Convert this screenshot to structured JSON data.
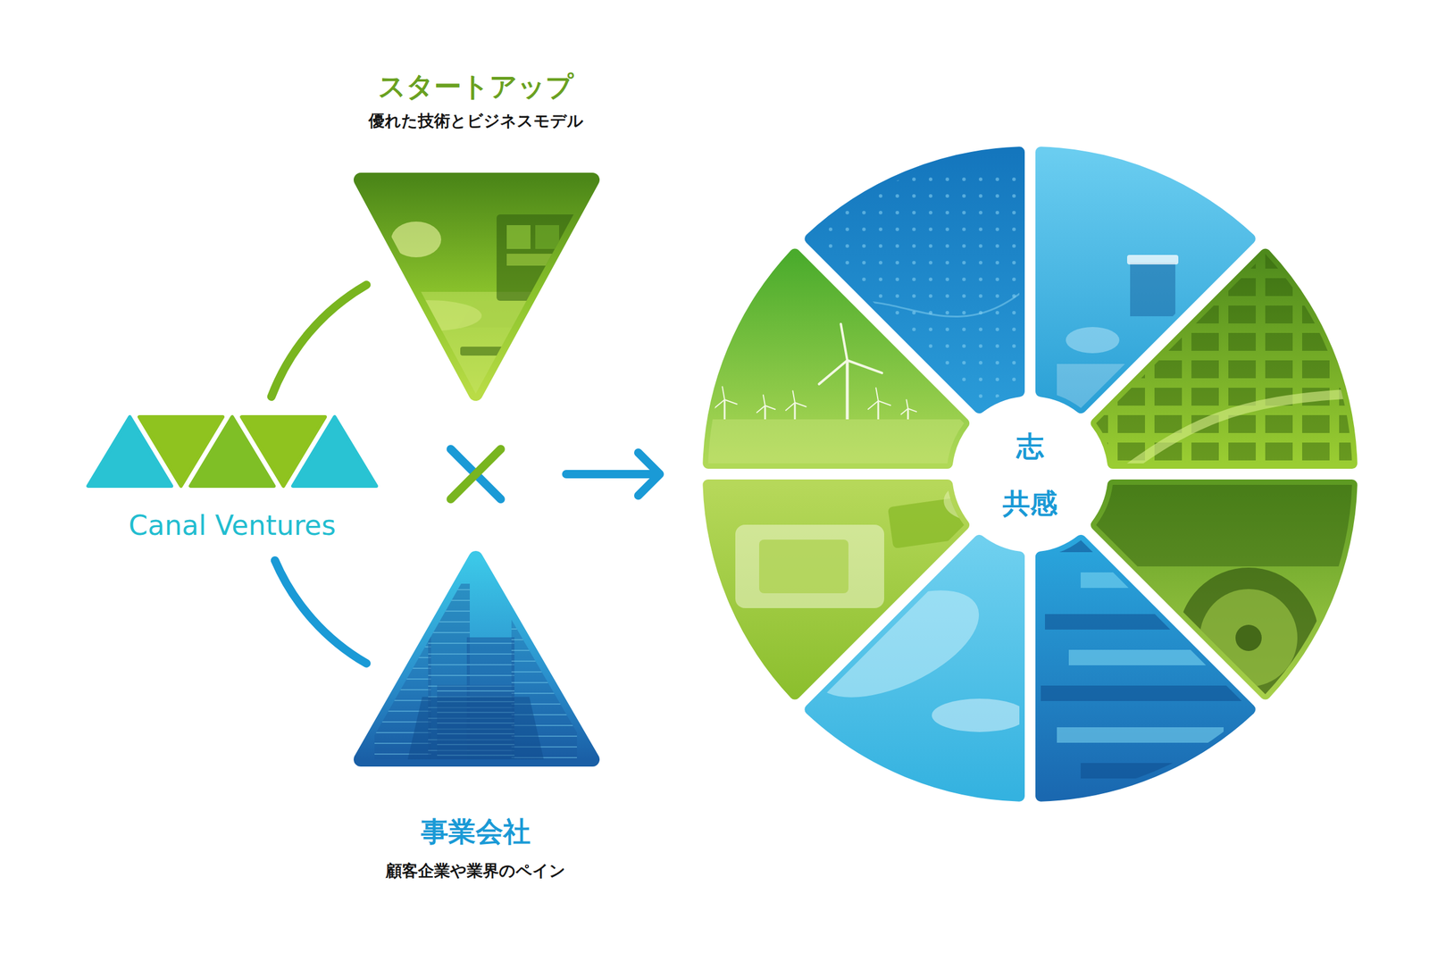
{
  "diagram": {
    "nodes": [
      {
        "text": [
          "Canal Ventures"
        ]
      },
      {
        "text": [
          "スタートアップ",
          "優れた技術とビジネスモデル"
        ]
      },
      {
        "text": [
          "事業会社",
          "顧客企業や業界のペイン"
        ]
      },
      {
        "text": [
          "志",
          "共感"
        ]
      }
    ],
    "edges": [
      {
        "from": 0,
        "to": 1,
        "arrow": "none"
      },
      {
        "from": 0,
        "to": 2,
        "arrow": "none"
      }
    ]
  }
}
